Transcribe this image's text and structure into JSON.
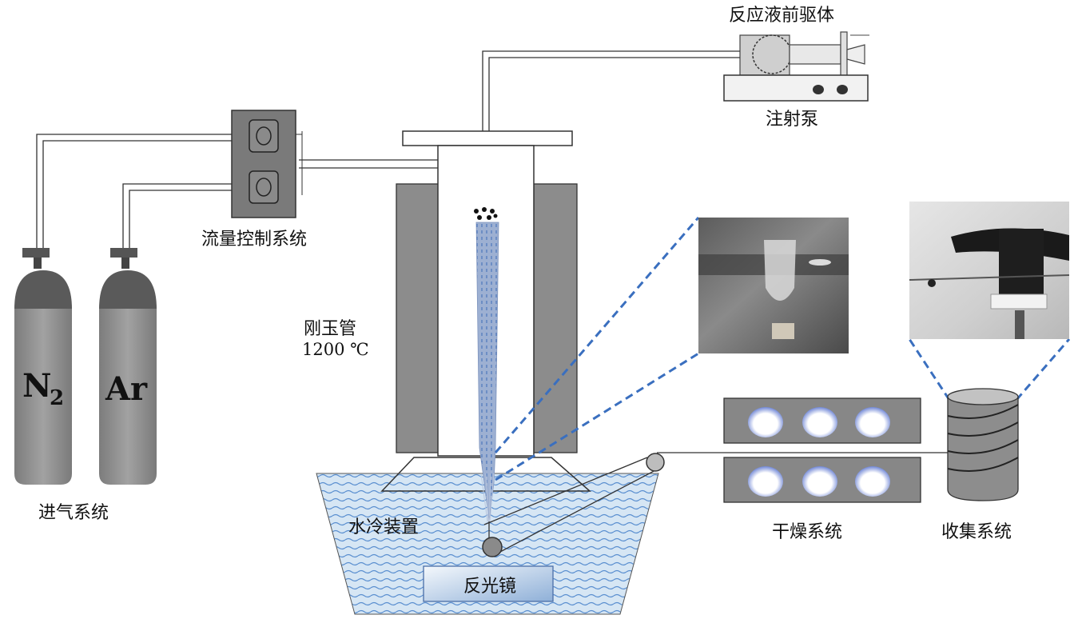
{
  "labels": {
    "precursor": "反应液前驱体",
    "syringe_pump": "注射泵",
    "flow_control": "流量控制系统",
    "gas_inlet": "进气系统",
    "corundum_tube": "刚玉管",
    "temperature": "1200 ℃",
    "water_cooling": "水冷装置",
    "reflector": "反光镜",
    "drying": "干燥系统",
    "collection": "收集系统"
  },
  "cylinders": {
    "left": {
      "formula": "N",
      "subscript": "2"
    },
    "right": {
      "formula": "Ar"
    }
  },
  "colors": {
    "cylinder_body": "#8e8e8e",
    "cylinder_cap": "#5a5a5a",
    "flow_box": "#7a7a7a",
    "furnace": "#8c8c8c",
    "water": "#d6e6f4",
    "wave": "#5a8fd0",
    "fiber": "#9db0d2",
    "callout": "#3a6fbf",
    "dryer_panel": "#878787",
    "dryer_hole_glow": "#6f86d6"
  }
}
